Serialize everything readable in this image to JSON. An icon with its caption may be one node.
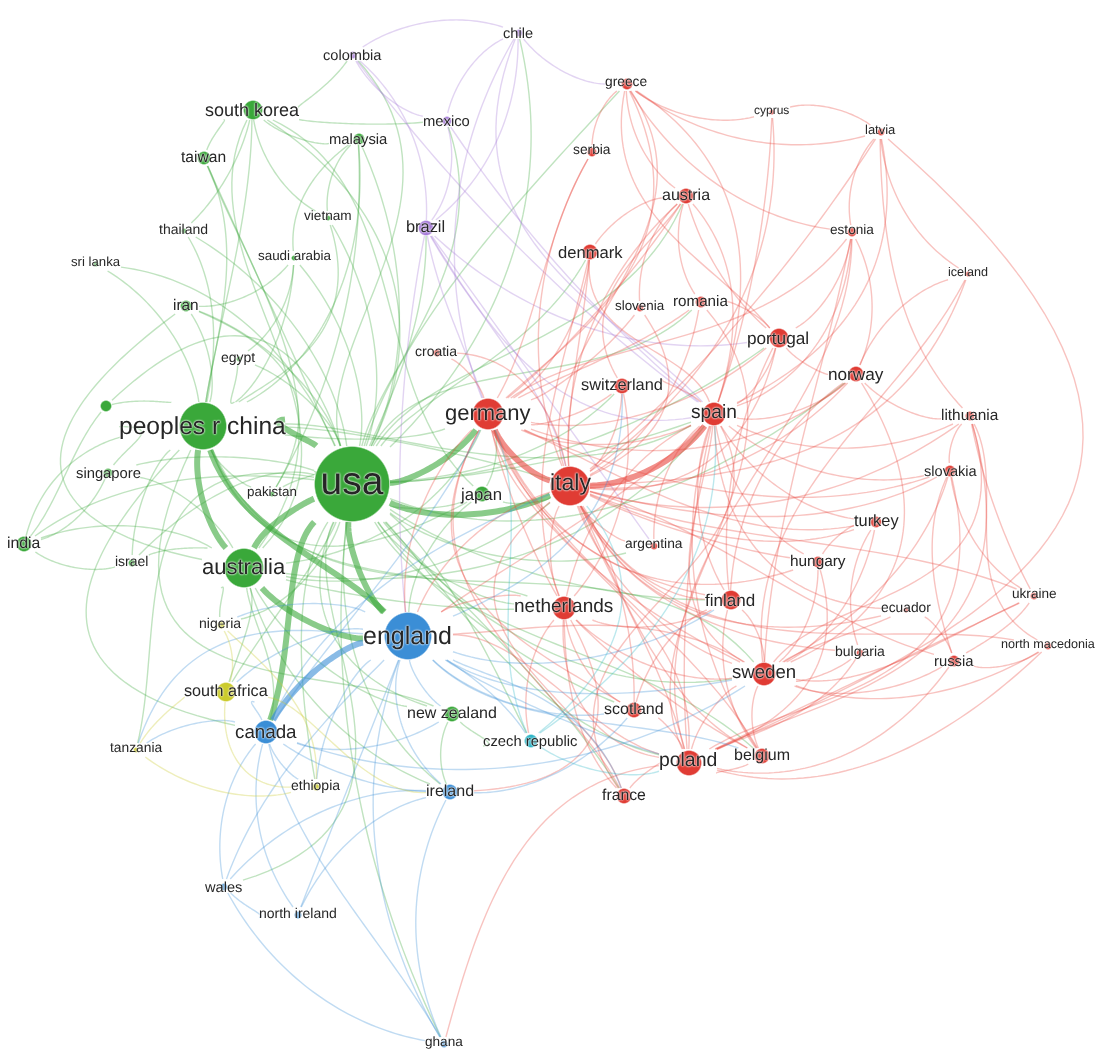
{
  "diagram": {
    "nodes": [
      {
        "text": [
          "chile"
        ]
      },
      {
        "text": [
          "colombia"
        ]
      },
      {
        "text": [
          "greece"
        ]
      },
      {
        "text": [
          "south korea"
        ]
      },
      {
        "text": [
          "cyprus"
        ]
      },
      {
        "text": [
          "mexico"
        ]
      },
      {
        "text": [
          "latvia"
        ]
      },
      {
        "text": [
          "malaysia"
        ]
      },
      {
        "text": [
          "serbia"
        ]
      },
      {
        "text": [
          "taiwan"
        ]
      },
      {
        "text": [
          "austria"
        ]
      },
      {
        "text": [
          "vietnam"
        ]
      },
      {
        "text": [
          "brazil"
        ]
      },
      {
        "text": [
          "thailand"
        ]
      },
      {
        "text": [
          "estonia"
        ]
      },
      {
        "text": [
          "denmark"
        ]
      },
      {
        "text": [
          "saudi arabia"
        ]
      },
      {
        "text": [
          "sri lanka"
        ]
      },
      {
        "text": [
          "iceland"
        ]
      },
      {
        "text": [
          "romania"
        ]
      },
      {
        "text": [
          "iran"
        ]
      },
      {
        "text": [
          "slovenia"
        ]
      },
      {
        "text": [
          "portugal"
        ]
      },
      {
        "text": [
          "croatia"
        ]
      },
      {
        "text": [
          "egypt"
        ]
      },
      {
        "text": [
          "norway"
        ]
      },
      {
        "text": [
          "switzerland"
        ]
      },
      {
        "text": [],
        "shape": "circle"
      },
      {
        "text": [
          "germany"
        ]
      },
      {
        "text": [
          "spain"
        ]
      },
      {
        "text": [
          "lithuania"
        ]
      },
      {
        "text": [
          "peoples r china"
        ]
      },
      {
        "text": [
          "slovakia"
        ]
      },
      {
        "text": [
          "singapore"
        ]
      },
      {
        "text": [
          "usa"
        ]
      },
      {
        "text": [
          "italy"
        ]
      },
      {
        "text": [
          "pakistan"
        ]
      },
      {
        "text": [
          "japan"
        ]
      },
      {
        "text": [
          "turkey"
        ]
      },
      {
        "text": [
          "india"
        ]
      },
      {
        "text": [
          "argentina"
        ]
      },
      {
        "text": [
          "hungary"
        ]
      },
      {
        "text": [
          "israel"
        ]
      },
      {
        "text": [
          "australia"
        ]
      },
      {
        "text": [
          "ukraine"
        ]
      },
      {
        "text": [
          "finland"
        ]
      },
      {
        "text": [
          "netherlands"
        ]
      },
      {
        "text": [
          "ecuador"
        ]
      },
      {
        "text": [
          "nigeria"
        ]
      },
      {
        "text": [
          "england"
        ]
      },
      {
        "text": [
          "north macedonia"
        ]
      },
      {
        "text": [
          "bulgaria"
        ]
      },
      {
        "text": [
          "russia"
        ]
      },
      {
        "text": [
          "sweden"
        ]
      },
      {
        "text": [
          "south africa"
        ]
      },
      {
        "text": [
          "scotland"
        ]
      },
      {
        "text": [
          "new zealand"
        ]
      },
      {
        "text": [
          "canada"
        ]
      },
      {
        "text": [
          "czech republic"
        ]
      },
      {
        "text": [
          "tanzania"
        ]
      },
      {
        "text": [
          "belgium"
        ]
      },
      {
        "text": [
          "poland"
        ]
      },
      {
        "text": [
          "ethiopia"
        ]
      },
      {
        "text": [
          "ireland"
        ]
      },
      {
        "text": [
          "france"
        ]
      },
      {
        "text": [
          "wales"
        ]
      },
      {
        "text": [
          "north ireland"
        ]
      },
      {
        "text": [
          "ghana"
        ]
      }
    ],
    "edges": [
      {
        "from": 34,
        "to": 3,
        "arrow": "none",
        "color": "#3aa83a"
      },
      {
        "from": 34,
        "to": 7,
        "arrow": "none",
        "color": "#3aa83a"
      },
      {
        "from": 34,
        "to": 9,
        "arrow": "none",
        "color": "#3aa83a"
      },
      {
        "from": 34,
        "to": 11,
        "arrow": "none",
        "color": "#3aa83a"
      },
      {
        "from": 34,
        "to": 13,
        "arrow": "none",
        "color": "#3aa83a"
      },
      {
        "from": 34,
        "to": 16,
        "arrow": "none",
        "color": "#3aa83a"
      },
      {
        "from": 34,
        "to": 20,
        "arrow": "none",
        "color": "#3aa83a"
      },
      {
        "from": 34,
        "to": 24,
        "arrow": "none",
        "color": "#3aa83a"
      },
      {
        "from": 34,
        "to": 31,
        "arrow": "none",
        "style": "thick",
        "color": "#3aa83a"
      },
      {
        "from": 34,
        "to": 33,
        "arrow": "none",
        "color": "#3aa83a"
      },
      {
        "from": 34,
        "to": 36,
        "arrow": "none",
        "color": "#3aa83a"
      },
      {
        "from": 34,
        "to": 37,
        "arrow": "none",
        "color": "#3aa83a"
      },
      {
        "from": 34,
        "to": 39,
        "arrow": "none",
        "color": "#3aa83a"
      },
      {
        "from": 34,
        "to": 42,
        "arrow": "none",
        "color": "#3aa83a"
      },
      {
        "from": 34,
        "to": 43,
        "arrow": "none",
        "style": "thick",
        "color": "#3aa83a"
      },
      {
        "from": 34,
        "to": 56,
        "arrow": "none",
        "color": "#3aa83a"
      },
      {
        "from": 34,
        "to": 27,
        "arrow": "none",
        "color": "#3aa83a"
      },
      {
        "from": 34,
        "to": 17,
        "arrow": "none",
        "color": "#3aa83a"
      },
      {
        "from": 34,
        "to": 0,
        "arrow": "none",
        "color": "#3aa83a"
      },
      {
        "from": 34,
        "to": 1,
        "arrow": "none",
        "color": "#3aa83a"
      },
      {
        "from": 34,
        "to": 5,
        "arrow": "none",
        "color": "#3aa83a"
      },
      {
        "from": 34,
        "to": 12,
        "arrow": "none",
        "color": "#3aa83a"
      },
      {
        "from": 34,
        "to": 28,
        "arrow": "none",
        "style": "thick",
        "color": "#3aa83a"
      },
      {
        "from": 34,
        "to": 35,
        "arrow": "none",
        "style": "thick",
        "color": "#3aa83a"
      },
      {
        "from": 34,
        "to": 46,
        "arrow": "none",
        "color": "#3aa83a"
      },
      {
        "from": 34,
        "to": 49,
        "arrow": "none",
        "style": "thick",
        "color": "#3aa83a"
      },
      {
        "from": 34,
        "to": 29,
        "arrow": "none",
        "color": "#3aa83a"
      },
      {
        "from": 34,
        "to": 53,
        "arrow": "none",
        "color": "#3aa83a"
      },
      {
        "from": 34,
        "to": 61,
        "arrow": "none",
        "color": "#3aa83a"
      },
      {
        "from": 34,
        "to": 26,
        "arrow": "none",
        "color": "#3aa83a"
      },
      {
        "from": 34,
        "to": 22,
        "arrow": "none",
        "color": "#3aa83a"
      },
      {
        "from": 34,
        "to": 15,
        "arrow": "none",
        "color": "#3aa83a"
      },
      {
        "from": 34,
        "to": 57,
        "arrow": "none",
        "style": "thick",
        "color": "#3aa83a"
      },
      {
        "from": 34,
        "to": 54,
        "arrow": "none",
        "color": "#3aa83a"
      },
      {
        "from": 34,
        "to": 63,
        "arrow": "none",
        "color": "#3aa83a"
      },
      {
        "from": 34,
        "to": 45,
        "arrow": "none",
        "color": "#3aa83a"
      },
      {
        "from": 34,
        "to": 64,
        "arrow": "none",
        "color": "#3aa83a"
      },
      {
        "from": 34,
        "to": 60,
        "arrow": "none",
        "color": "#3aa83a"
      },
      {
        "from": 34,
        "to": 55,
        "arrow": "none",
        "color": "#3aa83a"
      },
      {
        "from": 34,
        "to": 58,
        "arrow": "none",
        "color": "#3aa83a"
      },
      {
        "from": 34,
        "to": 67,
        "arrow": "none",
        "color": "#3aa83a"
      },
      {
        "from": 34,
        "to": 65,
        "arrow": "none",
        "color": "#3aa83a"
      },
      {
        "from": 34,
        "to": 2,
        "arrow": "none",
        "color": "#3aa83a"
      },
      {
        "from": 34,
        "to": 10,
        "arrow": "none",
        "color": "#3aa83a"
      },
      {
        "from": 34,
        "to": 25,
        "arrow": "none",
        "color": "#3aa83a"
      },
      {
        "from": 34,
        "to": 62,
        "arrow": "none",
        "color": "#3aa83a"
      },
      {
        "from": 34,
        "to": 48,
        "arrow": "none",
        "color": "#3aa83a"
      },
      {
        "from": 34,
        "to": 59,
        "arrow": "none",
        "color": "#3aa83a"
      },
      {
        "from": 34,
        "to": 40,
        "arrow": "none",
        "color": "#3aa83a"
      },
      {
        "from": 34,
        "to": 19,
        "arrow": "none",
        "color": "#3aa83a"
      },
      {
        "from": 31,
        "to": 3,
        "arrow": "none",
        "color": "#3aa83a"
      },
      {
        "from": 31,
        "to": 9,
        "arrow": "none",
        "color": "#3aa83a"
      },
      {
        "from": 31,
        "to": 7,
        "arrow": "none",
        "color": "#3aa83a"
      },
      {
        "from": 31,
        "to": 13,
        "arrow": "none",
        "color": "#3aa83a"
      },
      {
        "from": 31,
        "to": 11,
        "arrow": "none",
        "color": "#3aa83a"
      },
      {
        "from": 31,
        "to": 16,
        "arrow": "none",
        "color": "#3aa83a"
      },
      {
        "from": 31,
        "to": 17,
        "arrow": "none",
        "color": "#3aa83a"
      },
      {
        "from": 31,
        "to": 20,
        "arrow": "none",
        "color": "#3aa83a"
      },
      {
        "from": 31,
        "to": 24,
        "arrow": "none",
        "color": "#3aa83a"
      },
      {
        "from": 31,
        "to": 27,
        "arrow": "none",
        "color": "#3aa83a"
      },
      {
        "from": 31,
        "to": 33,
        "arrow": "none",
        "color": "#3aa83a"
      },
      {
        "from": 31,
        "to": 36,
        "arrow": "none",
        "color": "#3aa83a"
      },
      {
        "from": 31,
        "to": 39,
        "arrow": "none",
        "color": "#3aa83a"
      },
      {
        "from": 31,
        "to": 42,
        "arrow": "none",
        "color": "#3aa83a"
      },
      {
        "from": 31,
        "to": 43,
        "arrow": "none",
        "style": "thick",
        "color": "#3aa83a"
      },
      {
        "from": 31,
        "to": 37,
        "arrow": "none",
        "color": "#3aa83a"
      },
      {
        "from": 31,
        "to": 28,
        "arrow": "none",
        "color": "#3aa83a"
      },
      {
        "from": 31,
        "to": 35,
        "arrow": "none",
        "color": "#3aa83a"
      },
      {
        "from": 31,
        "to": 49,
        "arrow": "none",
        "style": "thick",
        "color": "#3aa83a"
      },
      {
        "from": 31,
        "to": 57,
        "arrow": "none",
        "color": "#3aa83a"
      },
      {
        "from": 31,
        "to": 56,
        "arrow": "none",
        "color": "#3aa83a"
      },
      {
        "from": 31,
        "to": 29,
        "arrow": "none",
        "color": "#3aa83a"
      },
      {
        "from": 31,
        "to": 46,
        "arrow": "none",
        "color": "#3aa83a"
      },
      {
        "from": 31,
        "to": 53,
        "arrow": "none",
        "color": "#3aa83a"
      },
      {
        "from": 43,
        "to": 3,
        "arrow": "none",
        "color": "#3aa83a"
      },
      {
        "from": 43,
        "to": 9,
        "arrow": "none",
        "color": "#3aa83a"
      },
      {
        "from": 43,
        "to": 39,
        "arrow": "none",
        "color": "#3aa83a"
      },
      {
        "from": 43,
        "to": 33,
        "arrow": "none",
        "color": "#3aa83a"
      },
      {
        "from": 43,
        "to": 42,
        "arrow": "none",
        "color": "#3aa83a"
      },
      {
        "from": 43,
        "to": 48,
        "arrow": "none",
        "color": "#3aa83a"
      },
      {
        "from": 43,
        "to": 54,
        "arrow": "none",
        "color": "#3aa83a"
      },
      {
        "from": 43,
        "to": 56,
        "arrow": "none",
        "color": "#3aa83a"
      },
      {
        "from": 43,
        "to": 49,
        "arrow": "none",
        "style": "thick",
        "color": "#3aa83a"
      },
      {
        "from": 43,
        "to": 57,
        "arrow": "none",
        "color": "#3aa83a"
      },
      {
        "from": 43,
        "to": 28,
        "arrow": "none",
        "color": "#3aa83a"
      },
      {
        "from": 43,
        "to": 35,
        "arrow": "none",
        "color": "#3aa83a"
      },
      {
        "from": 43,
        "to": 46,
        "arrow": "none",
        "color": "#3aa83a"
      },
      {
        "from": 43,
        "to": 29,
        "arrow": "none",
        "color": "#3aa83a"
      },
      {
        "from": 43,
        "to": 63,
        "arrow": "none",
        "color": "#3aa83a"
      },
      {
        "from": 43,
        "to": 20,
        "arrow": "none",
        "color": "#3aa83a"
      },
      {
        "from": 3,
        "to": 9,
        "arrow": "none",
        "color": "#3aa83a"
      },
      {
        "from": 3,
        "to": 7,
        "arrow": "none",
        "color": "#3aa83a"
      },
      {
        "from": 3,
        "to": 13,
        "arrow": "none",
        "color": "#3aa83a"
      },
      {
        "from": 3,
        "to": 11,
        "arrow": "none",
        "color": "#3aa83a"
      },
      {
        "from": 3,
        "to": 1,
        "arrow": "none",
        "color": "#3aa83a"
      },
      {
        "from": 3,
        "to": 5,
        "arrow": "none",
        "color": "#3aa83a"
      },
      {
        "from": 37,
        "to": 28,
        "arrow": "none",
        "color": "#3aa83a"
      },
      {
        "from": 37,
        "to": 35,
        "arrow": "none",
        "color": "#3aa83a"
      },
      {
        "from": 37,
        "to": 49,
        "arrow": "none",
        "color": "#3aa83a"
      },
      {
        "from": 37,
        "to": 3,
        "arrow": "none",
        "color": "#3aa83a"
      },
      {
        "from": 7,
        "to": 16,
        "arrow": "none",
        "color": "#3aa83a"
      },
      {
        "from": 7,
        "to": 11,
        "arrow": "none",
        "color": "#3aa83a"
      },
      {
        "from": 7,
        "to": 36,
        "arrow": "none",
        "color": "#3aa83a"
      },
      {
        "from": 20,
        "to": 36,
        "arrow": "none",
        "color": "#3aa83a"
      },
      {
        "from": 20,
        "to": 16,
        "arrow": "none",
        "color": "#3aa83a"
      },
      {
        "from": 24,
        "to": 16,
        "arrow": "none",
        "color": "#3aa83a"
      },
      {
        "from": 39,
        "to": 42,
        "arrow": "none",
        "color": "#3aa83a"
      },
      {
        "from": 39,
        "to": 33,
        "arrow": "none",
        "color": "#3aa83a"
      },
      {
        "from": 39,
        "to": 27,
        "arrow": "none",
        "color": "#3aa83a"
      },
      {
        "from": 56,
        "to": 63,
        "arrow": "none",
        "color": "#3aa83a"
      },
      {
        "from": 56,
        "to": 58,
        "arrow": "none",
        "color": "#3aa83a"
      },
      {
        "from": 12,
        "to": 0,
        "arrow": "none",
        "color": "#a57ad8"
      },
      {
        "from": 12,
        "to": 1,
        "arrow": "none",
        "color": "#a57ad8"
      },
      {
        "from": 12,
        "to": 5,
        "arrow": "none",
        "color": "#a57ad8"
      },
      {
        "from": 12,
        "to": 28,
        "arrow": "none",
        "color": "#a57ad8"
      },
      {
        "from": 12,
        "to": 35,
        "arrow": "none",
        "color": "#a57ad8"
      },
      {
        "from": 12,
        "to": 29,
        "arrow": "none",
        "color": "#a57ad8"
      },
      {
        "from": 12,
        "to": 22,
        "arrow": "none",
        "color": "#a57ad8"
      },
      {
        "from": 12,
        "to": 49,
        "arrow": "none",
        "color": "#a57ad8"
      },
      {
        "from": 12,
        "to": 40,
        "arrow": "none",
        "color": "#a57ad8"
      },
      {
        "from": 0,
        "to": 1,
        "arrow": "none",
        "color": "#a57ad8"
      },
      {
        "from": 0,
        "to": 5,
        "arrow": "none",
        "color": "#a57ad8"
      },
      {
        "from": 0,
        "to": 29,
        "arrow": "none",
        "color": "#a57ad8"
      },
      {
        "from": 0,
        "to": 28,
        "arrow": "none",
        "color": "#a57ad8"
      },
      {
        "from": 0,
        "to": 2,
        "arrow": "none",
        "color": "#a57ad8"
      },
      {
        "from": 1,
        "to": 5,
        "arrow": "none",
        "color": "#a57ad8"
      },
      {
        "from": 1,
        "to": 29,
        "arrow": "none",
        "color": "#a57ad8"
      },
      {
        "from": 5,
        "to": 29,
        "arrow": "none",
        "color": "#a57ad8"
      },
      {
        "from": 28,
        "to": 2,
        "arrow": "none"
      },
      {
        "from": 28,
        "to": 8,
        "arrow": "none"
      },
      {
        "from": 28,
        "to": 10,
        "arrow": "none"
      },
      {
        "from": 28,
        "to": 15,
        "arrow": "none"
      },
      {
        "from": 28,
        "to": 19,
        "arrow": "none"
      },
      {
        "from": 28,
        "to": 21,
        "arrow": "none"
      },
      {
        "from": 28,
        "to": 22,
        "arrow": "none"
      },
      {
        "from": 28,
        "to": 23,
        "arrow": "none"
      },
      {
        "from": 28,
        "to": 25,
        "arrow": "none"
      },
      {
        "from": 28,
        "to": 26,
        "arrow": "none"
      },
      {
        "from": 28,
        "to": 29,
        "arrow": "none"
      },
      {
        "from": 28,
        "to": 35,
        "arrow": "none",
        "style": "thick"
      },
      {
        "from": 28,
        "to": 41,
        "arrow": "none"
      },
      {
        "from": 28,
        "to": 45,
        "arrow": "none"
      },
      {
        "from": 28,
        "to": 46,
        "arrow": "none"
      },
      {
        "from": 28,
        "to": 53,
        "arrow": "none"
      },
      {
        "from": 28,
        "to": 55,
        "arrow": "none"
      },
      {
        "from": 28,
        "to": 60,
        "arrow": "none"
      },
      {
        "from": 28,
        "to": 61,
        "arrow": "none"
      },
      {
        "from": 28,
        "to": 64,
        "arrow": "none"
      },
      {
        "from": 28,
        "to": 49,
        "arrow": "none"
      },
      {
        "from": 28,
        "to": 38,
        "arrow": "none"
      },
      {
        "from": 28,
        "to": 32,
        "arrow": "none"
      },
      {
        "from": 28,
        "to": 14,
        "arrow": "none"
      },
      {
        "from": 35,
        "to": 2,
        "arrow": "none"
      },
      {
        "from": 35,
        "to": 8,
        "arrow": "none"
      },
      {
        "from": 35,
        "to": 10,
        "arrow": "none"
      },
      {
        "from": 35,
        "to": 15,
        "arrow": "none"
      },
      {
        "from": 35,
        "to": 19,
        "arrow": "none"
      },
      {
        "from": 35,
        "to": 21,
        "arrow": "none"
      },
      {
        "from": 35,
        "to": 22,
        "arrow": "none"
      },
      {
        "from": 35,
        "to": 23,
        "arrow": "none"
      },
      {
        "from": 35,
        "to": 25,
        "arrow": "none"
      },
      {
        "from": 35,
        "to": 26,
        "arrow": "none"
      },
      {
        "from": 35,
        "to": 29,
        "arrow": "none",
        "style": "thick"
      },
      {
        "from": 35,
        "to": 30,
        "arrow": "none"
      },
      {
        "from": 35,
        "to": 32,
        "arrow": "none"
      },
      {
        "from": 35,
        "to": 38,
        "arrow": "none"
      },
      {
        "from": 35,
        "to": 40,
        "arrow": "none"
      },
      {
        "from": 35,
        "to": 41,
        "arrow": "none"
      },
      {
        "from": 35,
        "to": 44,
        "arrow": "none"
      },
      {
        "from": 35,
        "to": 45,
        "arrow": "none"
      },
      {
        "from": 35,
        "to": 46,
        "arrow": "none"
      },
      {
        "from": 35,
        "to": 47,
        "arrow": "none"
      },
      {
        "from": 35,
        "to": 50,
        "arrow": "none"
      },
      {
        "from": 35,
        "to": 51,
        "arrow": "none"
      },
      {
        "from": 35,
        "to": 52,
        "arrow": "none"
      },
      {
        "from": 35,
        "to": 53,
        "arrow": "none"
      },
      {
        "from": 35,
        "to": 55,
        "arrow": "none"
      },
      {
        "from": 35,
        "to": 60,
        "arrow": "none"
      },
      {
        "from": 35,
        "to": 61,
        "arrow": "none"
      },
      {
        "from": 35,
        "to": 64,
        "arrow": "none"
      },
      {
        "from": 35,
        "to": 49,
        "arrow": "none"
      },
      {
        "from": 35,
        "to": 6,
        "arrow": "none"
      },
      {
        "from": 35,
        "to": 4,
        "arrow": "none"
      },
      {
        "from": 35,
        "to": 18,
        "arrow": "none"
      },
      {
        "from": 29,
        "to": 2,
        "arrow": "none"
      },
      {
        "from": 29,
        "to": 10,
        "arrow": "none"
      },
      {
        "from": 29,
        "to": 14,
        "arrow": "none"
      },
      {
        "from": 29,
        "to": 15,
        "arrow": "none"
      },
      {
        "from": 29,
        "to": 22,
        "arrow": "none"
      },
      {
        "from": 29,
        "to": 25,
        "arrow": "none"
      },
      {
        "from": 29,
        "to": 26,
        "arrow": "none"
      },
      {
        "from": 29,
        "to": 30,
        "arrow": "none"
      },
      {
        "from": 29,
        "to": 32,
        "arrow": "none"
      },
      {
        "from": 29,
        "to": 38,
        "arrow": "none"
      },
      {
        "from": 29,
        "to": 41,
        "arrow": "none"
      },
      {
        "from": 29,
        "to": 45,
        "arrow": "none"
      },
      {
        "from": 29,
        "to": 46,
        "arrow": "none"
      },
      {
        "from": 29,
        "to": 47,
        "arrow": "none"
      },
      {
        "from": 29,
        "to": 53,
        "arrow": "none"
      },
      {
        "from": 29,
        "to": 60,
        "arrow": "none"
      },
      {
        "from": 29,
        "to": 61,
        "arrow": "none"
      },
      {
        "from": 29,
        "to": 64,
        "arrow": "none"
      },
      {
        "from": 29,
        "to": 6,
        "arrow": "none"
      },
      {
        "from": 29,
        "to": 4,
        "arrow": "none"
      },
      {
        "from": 29,
        "to": 40,
        "arrow": "none"
      },
      {
        "from": 29,
        "to": 49,
        "arrow": "none"
      },
      {
        "from": 46,
        "to": 15,
        "arrow": "none"
      },
      {
        "from": 46,
        "to": 26,
        "arrow": "none"
      },
      {
        "from": 46,
        "to": 45,
        "arrow": "none"
      },
      {
        "from": 46,
        "to": 53,
        "arrow": "none"
      },
      {
        "from": 46,
        "to": 55,
        "arrow": "none"
      },
      {
        "from": 46,
        "to": 60,
        "arrow": "none"
      },
      {
        "from": 46,
        "to": 61,
        "arrow": "none"
      },
      {
        "from": 46,
        "to": 64,
        "arrow": "none"
      },
      {
        "from": 46,
        "to": 49,
        "arrow": "none"
      },
      {
        "from": 46,
        "to": 63,
        "arrow": "none"
      },
      {
        "from": 46,
        "to": 58,
        "arrow": "none"
      },
      {
        "from": 53,
        "to": 14,
        "arrow": "none"
      },
      {
        "from": 53,
        "to": 25,
        "arrow": "none"
      },
      {
        "from": 53,
        "to": 30,
        "arrow": "none"
      },
      {
        "from": 53,
        "to": 32,
        "arrow": "none"
      },
      {
        "from": 53,
        "to": 38,
        "arrow": "none"
      },
      {
        "from": 53,
        "to": 41,
        "arrow": "none"
      },
      {
        "from": 53,
        "to": 44,
        "arrow": "none"
      },
      {
        "from": 53,
        "to": 45,
        "arrow": "none"
      },
      {
        "from": 53,
        "to": 50,
        "arrow": "none"
      },
      {
        "from": 53,
        "to": 51,
        "arrow": "none"
      },
      {
        "from": 53,
        "to": 52,
        "arrow": "none"
      },
      {
        "from": 53,
        "to": 60,
        "arrow": "none"
      },
      {
        "from": 53,
        "to": 61,
        "arrow": "none"
      },
      {
        "from": 53,
        "to": 49,
        "arrow": "none"
      },
      {
        "from": 53,
        "to": 47,
        "arrow": "none"
      },
      {
        "from": 61,
        "to": 6,
        "arrow": "none"
      },
      {
        "from": 61,
        "to": 14,
        "arrow": "none"
      },
      {
        "from": 61,
        "to": 19,
        "arrow": "none"
      },
      {
        "from": 61,
        "to": 30,
        "arrow": "none"
      },
      {
        "from": 61,
        "to": 32,
        "arrow": "none"
      },
      {
        "from": 61,
        "to": 41,
        "arrow": "none"
      },
      {
        "from": 61,
        "to": 44,
        "arrow": "none"
      },
      {
        "from": 61,
        "to": 51,
        "arrow": "none"
      },
      {
        "from": 61,
        "to": 52,
        "arrow": "none"
      },
      {
        "from": 61,
        "to": 50,
        "arrow": "none"
      },
      {
        "from": 61,
        "to": 60,
        "arrow": "none"
      },
      {
        "from": 61,
        "to": 64,
        "arrow": "none"
      },
      {
        "from": 61,
        "to": 55,
        "arrow": "none"
      },
      {
        "from": 61,
        "to": 49,
        "arrow": "none"
      },
      {
        "from": 61,
        "to": 67,
        "arrow": "none"
      },
      {
        "from": 2,
        "to": 4,
        "arrow": "none"
      },
      {
        "from": 2,
        "to": 6,
        "arrow": "none"
      },
      {
        "from": 2,
        "to": 8,
        "arrow": "none"
      },
      {
        "from": 2,
        "to": 10,
        "arrow": "none"
      },
      {
        "from": 2,
        "to": 22,
        "arrow": "none"
      },
      {
        "from": 2,
        "to": 14,
        "arrow": "none"
      },
      {
        "from": 6,
        "to": 14,
        "arrow": "none"
      },
      {
        "from": 6,
        "to": 18,
        "arrow": "none"
      },
      {
        "from": 6,
        "to": 4,
        "arrow": "none"
      },
      {
        "from": 6,
        "to": 30,
        "arrow": "none"
      },
      {
        "from": 10,
        "to": 15,
        "arrow": "none"
      },
      {
        "from": 10,
        "to": 19,
        "arrow": "none"
      },
      {
        "from": 10,
        "to": 21,
        "arrow": "none"
      },
      {
        "from": 10,
        "to": 22,
        "arrow": "none"
      },
      {
        "from": 10,
        "to": 26,
        "arrow": "none"
      },
      {
        "from": 22,
        "to": 25,
        "arrow": "none"
      },
      {
        "from": 22,
        "to": 14,
        "arrow": "none"
      },
      {
        "from": 22,
        "to": 45,
        "arrow": "none"
      },
      {
        "from": 22,
        "to": 19,
        "arrow": "none"
      },
      {
        "from": 25,
        "to": 45,
        "arrow": "none"
      },
      {
        "from": 25,
        "to": 14,
        "arrow": "none"
      },
      {
        "from": 25,
        "to": 30,
        "arrow": "none"
      },
      {
        "from": 45,
        "to": 55,
        "arrow": "none"
      },
      {
        "from": 45,
        "to": 60,
        "arrow": "none"
      },
      {
        "from": 30,
        "to": 32,
        "arrow": "none"
      },
      {
        "from": 30,
        "to": 44,
        "arrow": "none"
      },
      {
        "from": 30,
        "to": 50,
        "arrow": "none"
      },
      {
        "from": 32,
        "to": 44,
        "arrow": "none"
      },
      {
        "from": 32,
        "to": 52,
        "arrow": "none"
      },
      {
        "from": 52,
        "to": 44,
        "arrow": "none"
      },
      {
        "from": 52,
        "to": 50,
        "arrow": "none"
      },
      {
        "from": 52,
        "to": 47,
        "arrow": "none"
      },
      {
        "from": 38,
        "to": 41,
        "arrow": "none"
      },
      {
        "from": 38,
        "to": 51,
        "arrow": "none"
      },
      {
        "from": 18,
        "to": 25,
        "arrow": "none"
      },
      {
        "from": 18,
        "to": 53,
        "arrow": "none"
      },
      {
        "from": 49,
        "to": 57,
        "arrow": "none",
        "style": "thick",
        "color": "#3b8ed6"
      },
      {
        "from": 49,
        "to": 63,
        "arrow": "none",
        "color": "#3b8ed6"
      },
      {
        "from": 49,
        "to": 65,
        "arrow": "none",
        "color": "#3b8ed6"
      },
      {
        "from": 49,
        "to": 66,
        "arrow": "none",
        "color": "#3b8ed6"
      },
      {
        "from": 49,
        "to": 67,
        "arrow": "none",
        "color": "#3b8ed6"
      },
      {
        "from": 49,
        "to": 54,
        "arrow": "none",
        "color": "#3b8ed6"
      },
      {
        "from": 49,
        "to": 56,
        "arrow": "none",
        "color": "#3b8ed6"
      },
      {
        "from": 49,
        "to": 58,
        "arrow": "none",
        "color": "#3b8ed6"
      },
      {
        "from": 49,
        "to": 55,
        "arrow": "none",
        "color": "#3b8ed6"
      },
      {
        "from": 49,
        "to": 60,
        "arrow": "none",
        "color": "#3b8ed6"
      },
      {
        "from": 49,
        "to": 62,
        "arrow": "none",
        "color": "#3b8ed6"
      },
      {
        "from": 49,
        "to": 48,
        "arrow": "none",
        "color": "#3b8ed6"
      },
      {
        "from": 49,
        "to": 59,
        "arrow": "none",
        "color": "#3b8ed6"
      },
      {
        "from": 49,
        "to": 26,
        "arrow": "none",
        "color": "#3b8ed6"
      },
      {
        "from": 49,
        "to": 53,
        "arrow": "none",
        "color": "#3b8ed6"
      },
      {
        "from": 49,
        "to": 61,
        "arrow": "none",
        "color": "#3b8ed6"
      },
      {
        "from": 49,
        "to": 64,
        "arrow": "none",
        "color": "#3b8ed6"
      },
      {
        "from": 49,
        "to": 45,
        "arrow": "none",
        "color": "#3b8ed6"
      },
      {
        "from": 57,
        "to": 63,
        "arrow": "none",
        "color": "#3b8ed6"
      },
      {
        "from": 57,
        "to": 65,
        "arrow": "none",
        "color": "#3b8ed6"
      },
      {
        "from": 57,
        "to": 66,
        "arrow": "none",
        "color": "#3b8ed6"
      },
      {
        "from": 57,
        "to": 67,
        "arrow": "none",
        "color": "#3b8ed6"
      },
      {
        "from": 57,
        "to": 54,
        "arrow": "none",
        "color": "#3b8ed6"
      },
      {
        "from": 57,
        "to": 59,
        "arrow": "none",
        "color": "#3b8ed6"
      },
      {
        "from": 57,
        "to": 62,
        "arrow": "none",
        "color": "#3b8ed6"
      },
      {
        "from": 57,
        "to": 56,
        "arrow": "none",
        "color": "#3b8ed6"
      },
      {
        "from": 57,
        "to": 28,
        "arrow": "none",
        "color": "#3b8ed6"
      },
      {
        "from": 57,
        "to": 35,
        "arrow": "none",
        "color": "#3b8ed6"
      },
      {
        "from": 57,
        "to": 53,
        "arrow": "none",
        "color": "#3b8ed6"
      },
      {
        "from": 63,
        "to": 65,
        "arrow": "none",
        "color": "#3b8ed6"
      },
      {
        "from": 63,
        "to": 66,
        "arrow": "none",
        "color": "#3b8ed6"
      },
      {
        "from": 63,
        "to": 67,
        "arrow": "none",
        "color": "#3b8ed6"
      },
      {
        "from": 63,
        "to": 55,
        "arrow": "none",
        "color": "#3b8ed6"
      },
      {
        "from": 65,
        "to": 66,
        "arrow": "none",
        "color": "#3b8ed6"
      },
      {
        "from": 65,
        "to": 67,
        "arrow": "none",
        "color": "#3b8ed6"
      },
      {
        "from": 54,
        "to": 59,
        "arrow": "none",
        "color": "#cbcb2c"
      },
      {
        "from": 54,
        "to": 62,
        "arrow": "none",
        "color": "#cbcb2c"
      },
      {
        "from": 54,
        "to": 48,
        "arrow": "none",
        "color": "#cbcb2c"
      },
      {
        "from": 54,
        "to": 63,
        "arrow": "none",
        "color": "#cbcb2c"
      },
      {
        "from": 59,
        "to": 62,
        "arrow": "none",
        "color": "#cbcb2c"
      },
      {
        "from": 48,
        "to": 62,
        "arrow": "none",
        "color": "#cbcb2c"
      },
      {
        "from": 58,
        "to": 61,
        "arrow": "none",
        "color": "#2fb6c8"
      },
      {
        "from": 58,
        "to": 35,
        "arrow": "none",
        "color": "#2fb6c8"
      },
      {
        "from": 58,
        "to": 28,
        "arrow": "none",
        "color": "#2fb6c8"
      },
      {
        "from": 58,
        "to": 29,
        "arrow": "none",
        "color": "#2fb6c8"
      }
    ]
  }
}
